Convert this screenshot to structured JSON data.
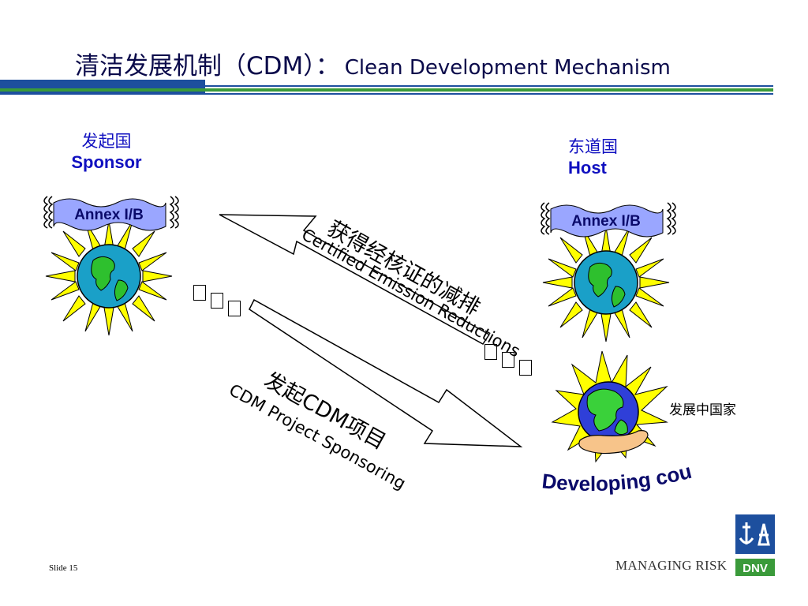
{
  "title": {
    "cn": "清洁发展机制（",
    "cdm": "CDM",
    "cn_close": "）：",
    "en": "Clean Development Mechanism"
  },
  "sponsor": {
    "cn": "发起国",
    "en": "Sponsor",
    "badge": "Annex I/B"
  },
  "host": {
    "cn": "东道国",
    "en": "Host",
    "badge": "Annex I/B"
  },
  "developing": {
    "cn": "发展中国家",
    "en": "Developing countries"
  },
  "arrow_upper": {
    "cn": "获得经核证的减排",
    "en": "Certified Emission Reductions"
  },
  "arrow_lower": {
    "cn_pre": "发起",
    "cn_cdm": "CDM",
    "cn_post": "项目",
    "en": "CDM Project Sponsoring"
  },
  "footer": {
    "slide": "Slide 15",
    "tagline": "MANAGING RISK",
    "logo_text": "DNV"
  },
  "colors": {
    "title": "#0a0a4a",
    "label_blue": "#1010c0",
    "band_blue": "#1d4f9e",
    "band_green": "#3a9a3a",
    "sun": "#ffff00",
    "banner": "#9aa6ff"
  }
}
